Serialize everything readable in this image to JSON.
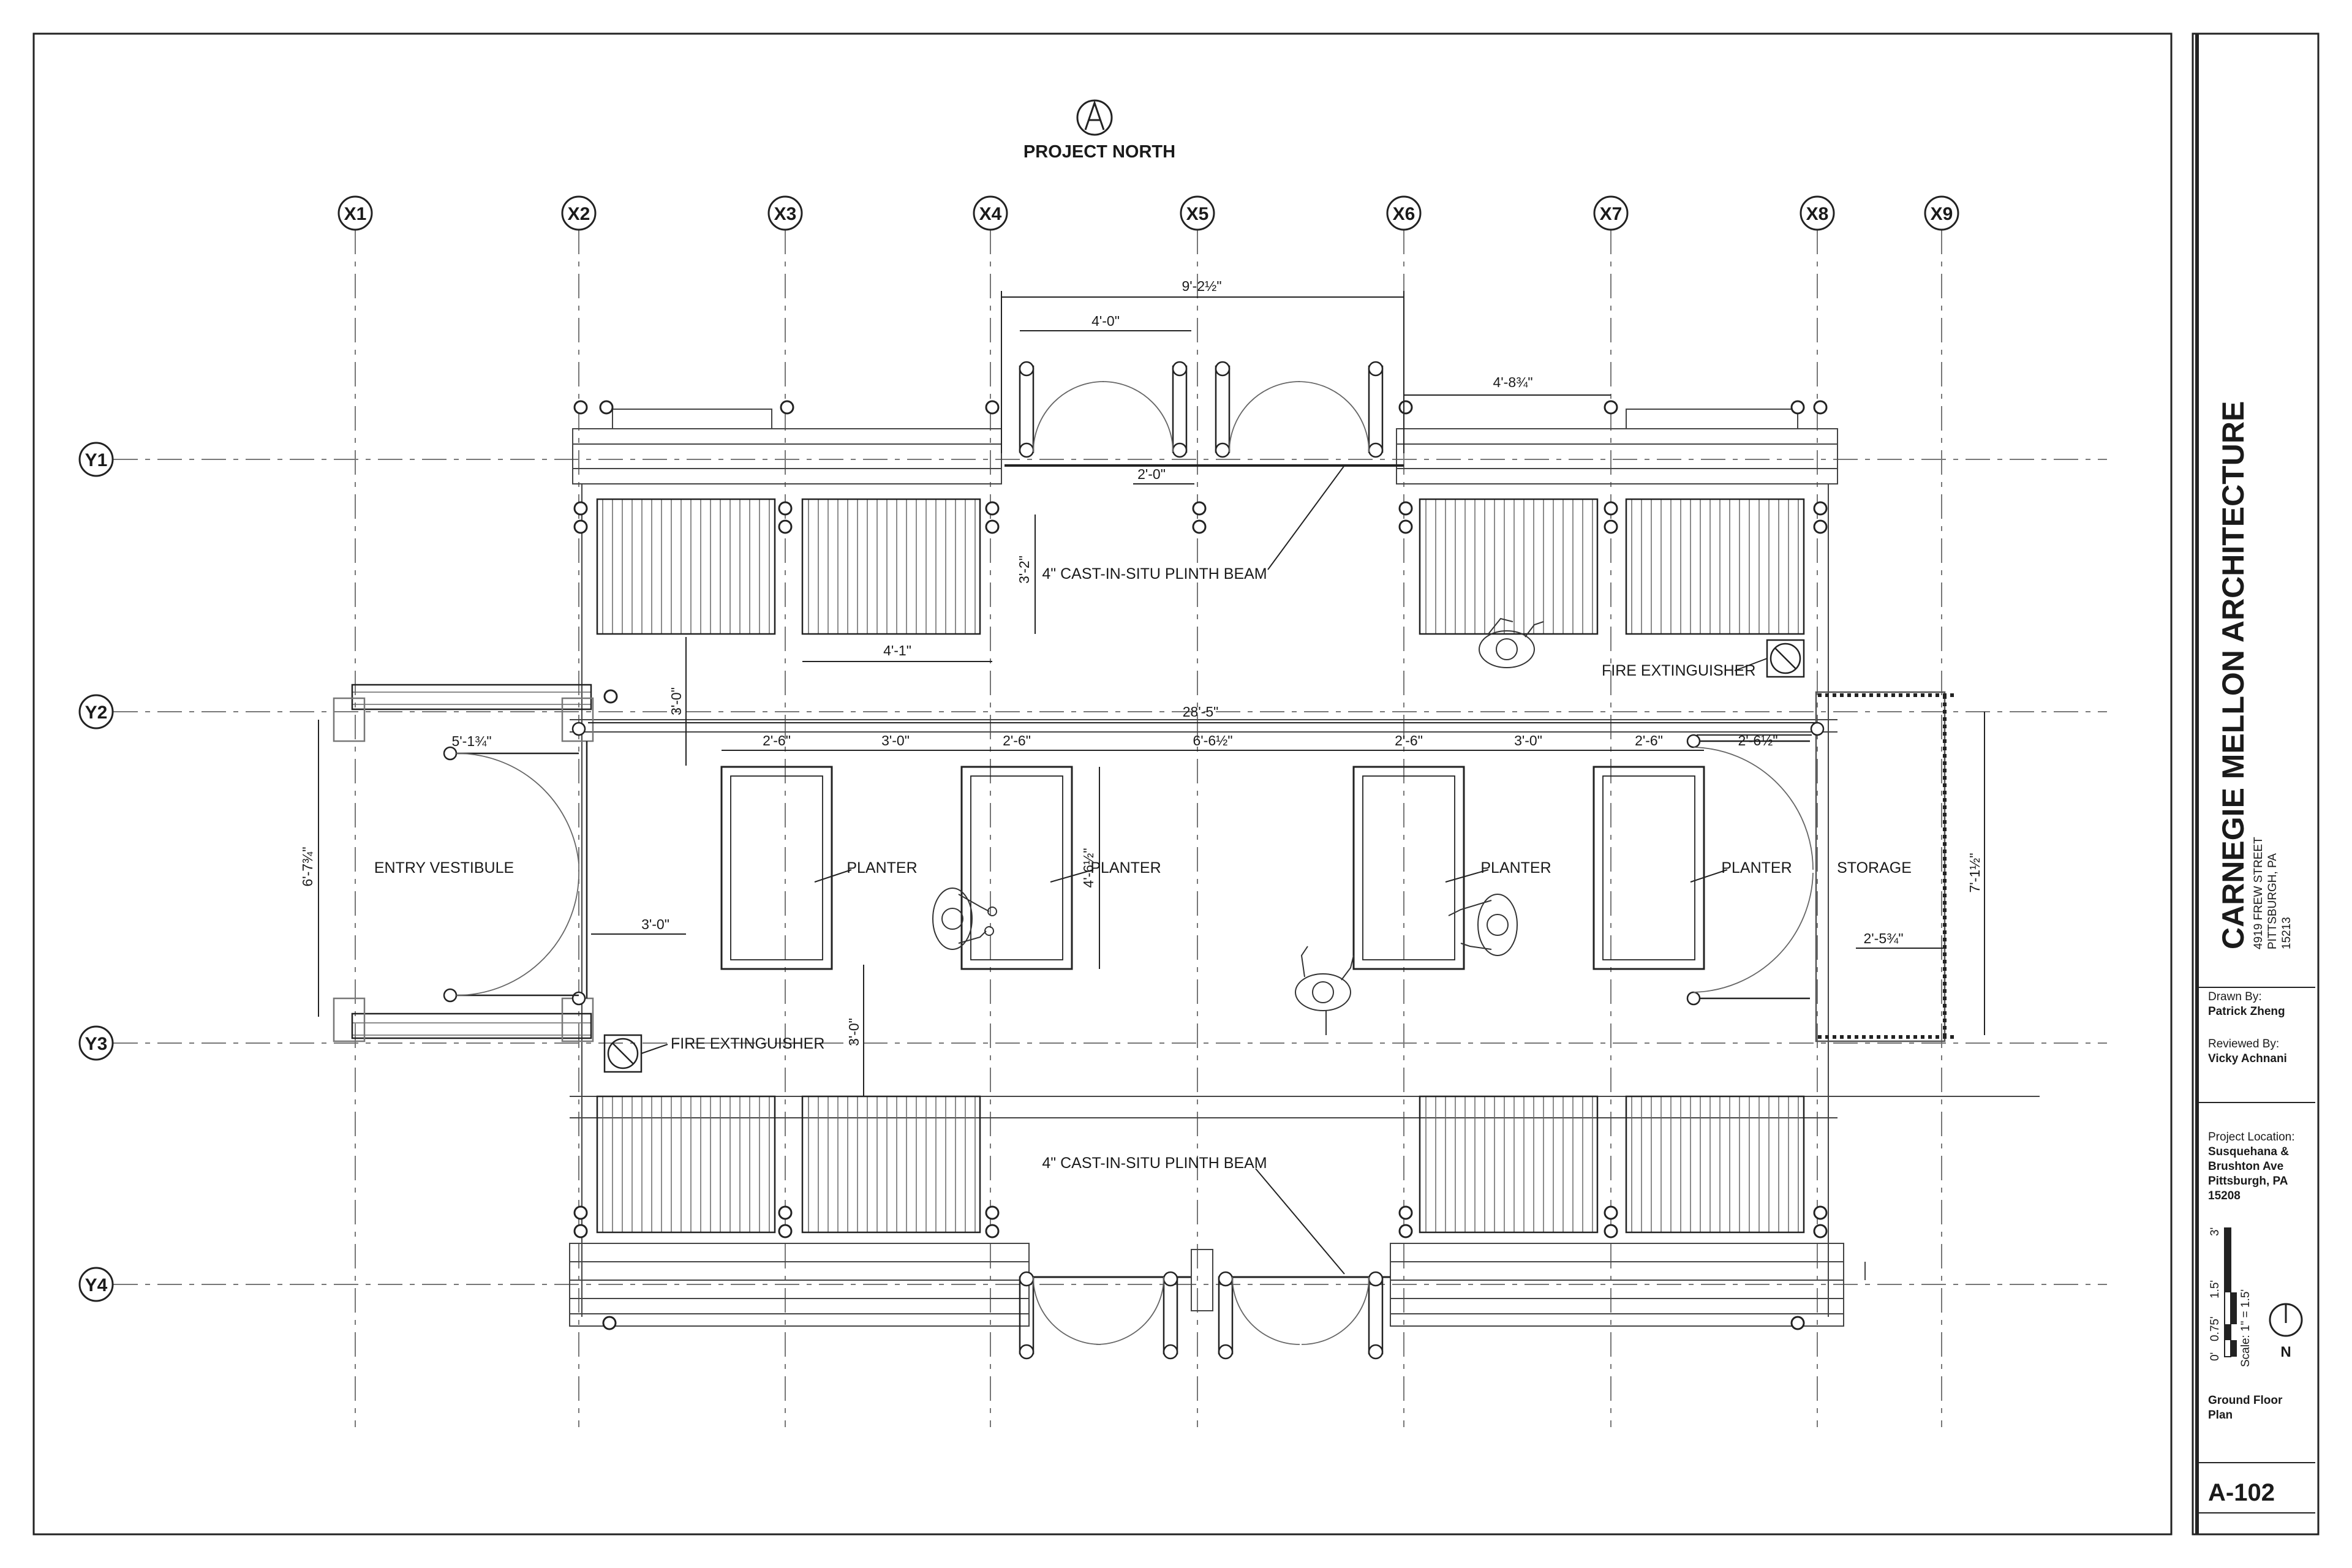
{
  "north": {
    "label": "PROJECT NORTH"
  },
  "grid": {
    "x": [
      "X1",
      "X2",
      "X3",
      "X4",
      "X5",
      "X6",
      "X7",
      "X8",
      "X9"
    ],
    "y": [
      "Y1",
      "Y2",
      "Y3",
      "Y4"
    ]
  },
  "labels": {
    "plinth_top": "4\" CAST-IN-SITU PLINTH BEAM",
    "plinth_bottom": "4\" CAST-IN-SITU PLINTH BEAM",
    "fire_ext_top": "FIRE EXTINGUISHER",
    "fire_ext_bottom": "FIRE EXTINGUISHER",
    "entry": "ENTRY VESTIBULE",
    "storage": "STORAGE",
    "planter1": "PLANTER",
    "planter2": "PLANTER",
    "planter3": "PLANTER",
    "planter4": "PLANTER"
  },
  "dims": {
    "d_9_2": "9'-2½\"",
    "d_4_0": "4'-0\"",
    "d_2_0": "2'-0\"",
    "d_4_8": "4'-8¾\"",
    "d_3_2": "3'-2\"",
    "d_4_1": "4'-1\"",
    "d_3_0_top": "3'-0\"",
    "d_28_5": "28'-5\"",
    "d_5_1": "5'-1¾\"",
    "d_2_6_a": "2'-6\"",
    "d_3_0_a": "3'-0\"",
    "d_2_6_b": "2'-6\"",
    "d_6_6": "6'-6½\"",
    "d_2_6_c": "2'-6\"",
    "d_3_0_b": "3'-0\"",
    "d_2_6_d": "2'-6\"",
    "d_2_6_e": "2'-6½\"",
    "d_6_7": "6'-7¾\"",
    "d_4_6": "4'-6½\"",
    "d_7_1": "7'-1½\"",
    "d_3_0_left": "3'-0\"",
    "d_2_5": "2'-5¾\"",
    "d_3_0_low": "3'-0\""
  },
  "titleblock": {
    "firm": "CARNEGIE MELLON ARCHITECTURE",
    "address": [
      "4919 FREW STREET",
      "PITTSBURGH, PA",
      "15213"
    ],
    "drawn_by_label": "Drawn By:",
    "drawn_by": "Patrick Zheng",
    "reviewed_by_label": "Reviewed By:",
    "reviewed_by": "Vicky Achnani",
    "location_label": "Project Location:",
    "location": [
      "Susquehana &",
      "Brushton Ave",
      "Pittsburgh, PA",
      "15208"
    ],
    "scale_ticks": [
      "0'",
      "0.75'",
      "1.5'",
      "3'"
    ],
    "scale_note": "Scale: 1\" = 1.5'",
    "north_letter": "N",
    "drawing_title": [
      "Ground Floor",
      "Plan"
    ],
    "sheet_number": "A-102"
  }
}
